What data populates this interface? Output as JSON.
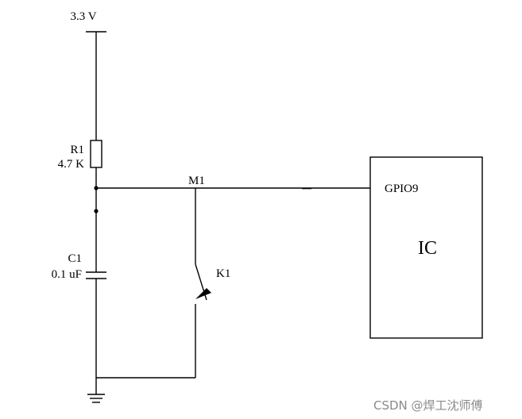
{
  "supply": {
    "label": "3.3 V"
  },
  "resistor": {
    "ref": "R1",
    "value": "4.7 K"
  },
  "capacitor": {
    "ref": "C1",
    "value": "0.1 uF"
  },
  "switch": {
    "ref": "K1"
  },
  "node": {
    "label": "M1"
  },
  "ic": {
    "name": "IC",
    "pin": "GPIO9"
  },
  "watermark": {
    "text": "CSDN @焊工沈师傅"
  }
}
